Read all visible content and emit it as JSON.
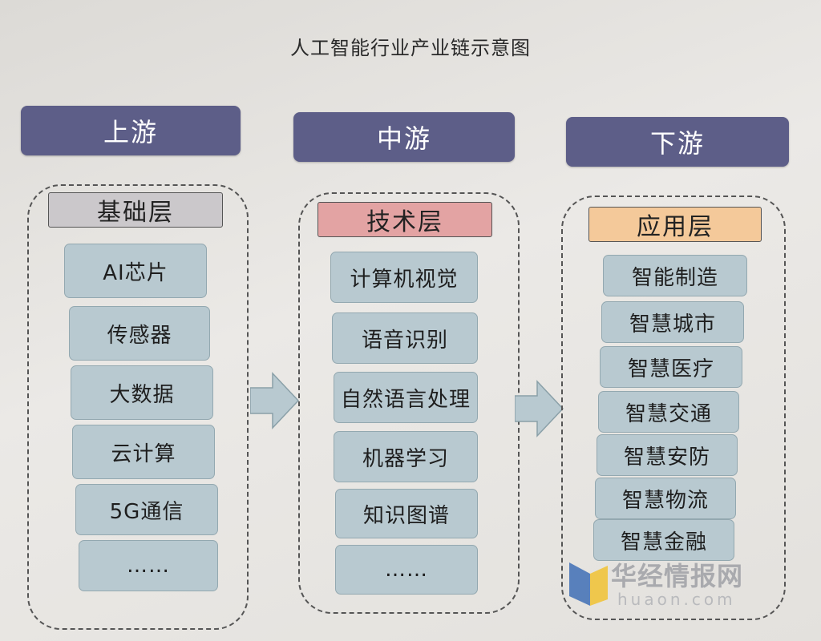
{
  "title": "人工智能行业产业链示意图",
  "columns": [
    {
      "stage": "上游",
      "layer": "基础层",
      "layer_color": "#cbc8cb",
      "items": [
        "AI芯片",
        "传感器",
        "大数据",
        "云计算",
        "5G通信",
        "……"
      ]
    },
    {
      "stage": "中游",
      "layer": "技术层",
      "layer_color": "#e3a3a3",
      "items": [
        "计算机视觉",
        "语音识别",
        "自然语言处理",
        "机器学习",
        "知识图谱",
        "……"
      ]
    },
    {
      "stage": "下游",
      "layer": "应用层",
      "layer_color": "#f4c99a",
      "items": [
        "智能制造",
        "智慧城市",
        "智慧医疗",
        "智慧交通",
        "智慧安防",
        "智慧物流",
        "智慧金融"
      ]
    }
  ],
  "logo": {
    "name_cn": "华经情报网",
    "domain": "huaon.com",
    "colors": {
      "blue": "#3f6fb5",
      "yellow": "#f1c232"
    }
  }
}
